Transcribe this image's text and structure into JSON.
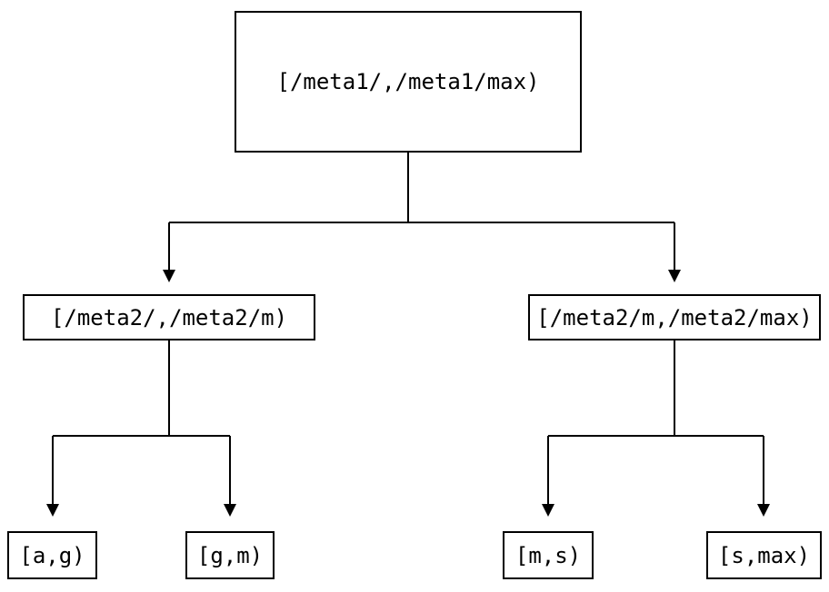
{
  "diagram": {
    "type": "tree",
    "root": {
      "label": "[/meta1/,/meta1/max)"
    },
    "children": [
      {
        "label": "[/meta2/,/meta2/m)",
        "children": [
          {
            "label": "[a,g)"
          },
          {
            "label": "[g,m)"
          }
        ]
      },
      {
        "label": "[/meta2/m,/meta2/max)",
        "children": [
          {
            "label": "[m,s)"
          },
          {
            "label": "[s,max)"
          }
        ]
      }
    ],
    "colors": {
      "background": "#ffffff",
      "node_border": "#000000",
      "line": "#000000",
      "text": "#000000"
    }
  }
}
